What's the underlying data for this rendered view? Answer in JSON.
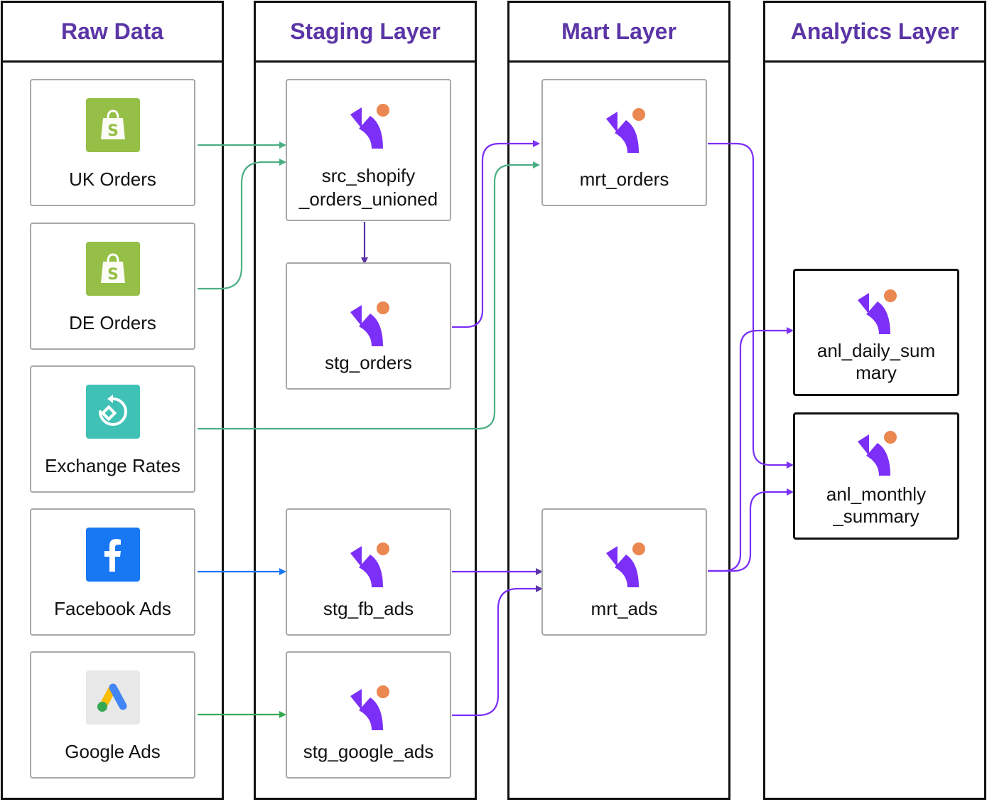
{
  "lanes": {
    "raw": "Raw Data",
    "staging": "Staging Layer",
    "mart": "Mart Layer",
    "analytics": "Analytics Layer"
  },
  "nodes": {
    "uk_orders": "UK Orders",
    "de_orders": "DE Orders",
    "exchange_rates": "Exchange Rates",
    "facebook_ads": "Facebook Ads",
    "google_ads": "Google Ads",
    "src_shopify_line1": "src_shopify",
    "src_shopify_line2": "_orders_unioned",
    "stg_orders": "stg_orders",
    "stg_fb_ads": "stg_fb_ads",
    "stg_google_ads": "stg_google_ads",
    "mrt_orders": "mrt_orders",
    "mrt_ads": "mrt_ads",
    "anl_daily_line1": "anl_daily_sum",
    "anl_daily_line2": "mary",
    "anl_monthly_line1": "anl_monthly",
    "anl_monthly_line2": "_summary"
  },
  "icons": {
    "source_shopify": "shopify-icon",
    "source_exchange": "exchange-rates-icon",
    "source_facebook": "facebook-icon",
    "source_google_ads": "google-ads-icon",
    "model": "dbt-model-icon"
  },
  "colors": {
    "heading": "#5b35a6",
    "edge_green": "#4caf84",
    "edge_purple": "#7b2ff7",
    "edge_blue": "#1877f2",
    "edge_google": "#34a853",
    "shopify": "#95bf47",
    "exchange": "#3fc1b5",
    "facebook": "#1877f2",
    "dbt_purple": "#7b2ff7",
    "dbt_orange": "#eb8750"
  }
}
